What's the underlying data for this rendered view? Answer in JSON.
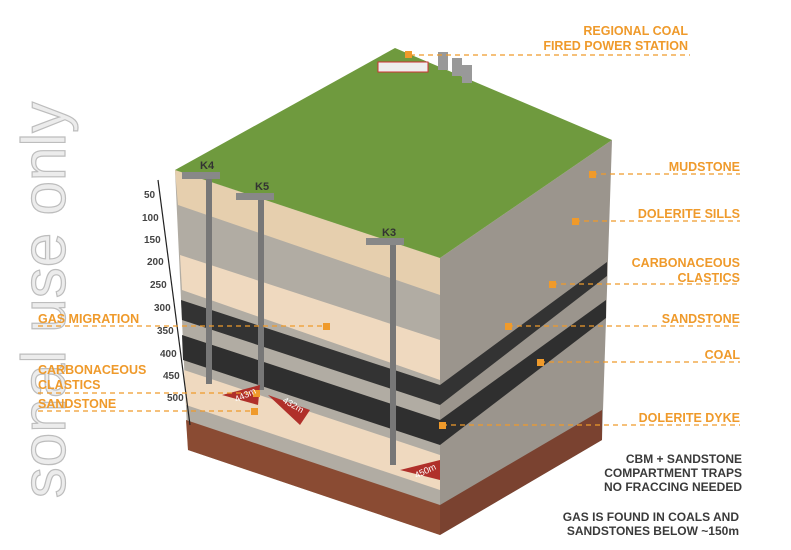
{
  "watermark": "sonal use only",
  "labels_right": {
    "power_station_1": "REGIONAL COAL",
    "power_station_2": "FIRED POWER STATION",
    "mudstone": "MUDSTONE",
    "dolerite_sills": "DOLERITE SILLS",
    "carb_1": "CARBONACEOUS",
    "carb_2": "CLASTICS",
    "sandstone": "SANDSTONE",
    "coal": "COAL",
    "dolerite_dyke": "DOLERITE DYKE"
  },
  "labels_left": {
    "gas_migration": "GAS MIGRATION",
    "carb_1": "CARBONACEOUS",
    "carb_2": "CLASTICS",
    "sandstone": "SANDSTONE"
  },
  "depths": [
    "50",
    "100",
    "150",
    "200",
    "250",
    "300",
    "350",
    "400",
    "450",
    "500"
  ],
  "wells": {
    "k4": "K4",
    "k5": "K5",
    "k3": "K3"
  },
  "distances": {
    "d1": "443m",
    "d2": "432m",
    "d3": "450m"
  },
  "notes": {
    "n1": "CBM + SANDSTONE",
    "n2": "COMPARTMENT TRAPS",
    "n3": "NO FRACCING NEEDED",
    "n4": "GAS IS FOUND IN COALS AND",
    "n5": "SANDSTONES BELOW ~150m"
  },
  "colors": {
    "accent": "#ef9a2b",
    "grass": "#6f9a3e",
    "coal": "#2f2f2f",
    "sand": "#efd9bf",
    "rock": "#a9a49c"
  }
}
